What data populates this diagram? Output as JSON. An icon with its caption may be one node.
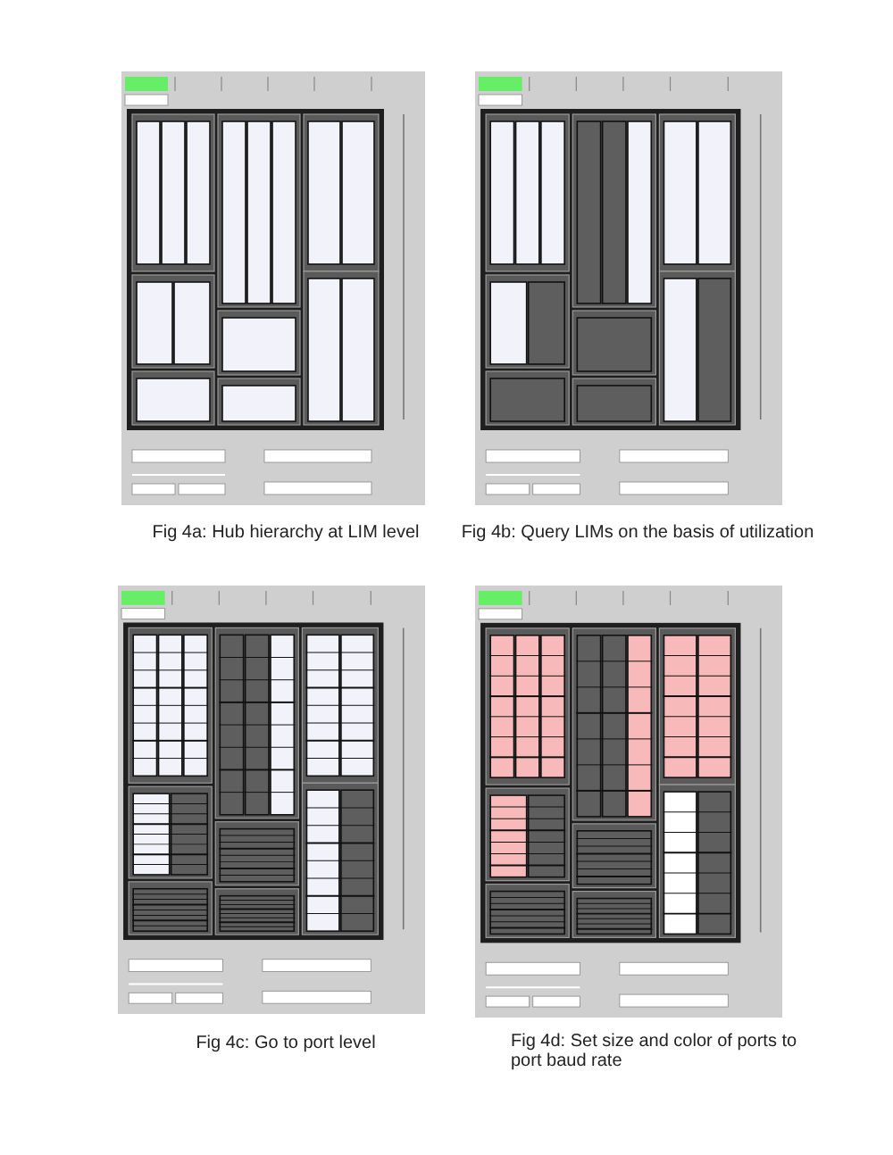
{
  "diagram": {
    "nodes": [
      {
        "text": [],
        "shape": "picture",
        "beside": [
          "Fig 4a: Hub hierarchy at LIM level"
        ]
      },
      {
        "text": [],
        "shape": "picture",
        "beside": [
          "Fig 4b: Query LIMs on the basis of utilization"
        ]
      },
      {
        "text": [],
        "shape": "picture",
        "beside": [
          "Fig 4c: Go to port level"
        ]
      },
      {
        "text": [],
        "shape": "picture",
        "beside": [
          "Fig 4d: Set size and color of ports to port baud rate"
        ]
      }
    ]
  }
}
